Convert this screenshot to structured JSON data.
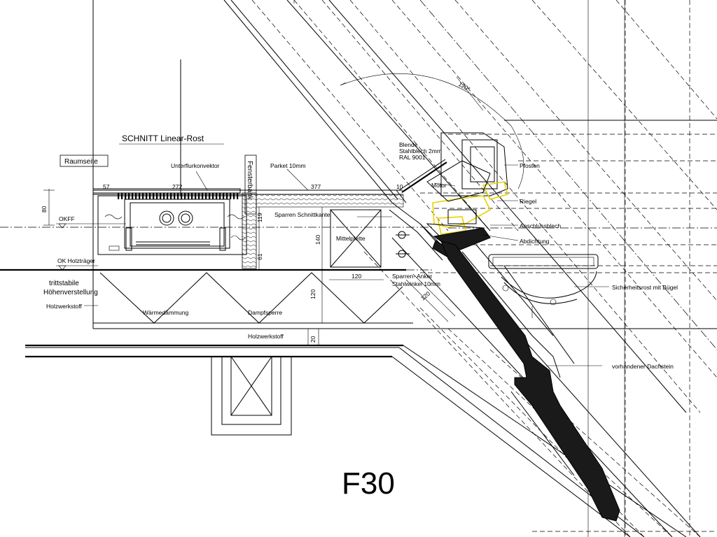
{
  "drawing": {
    "title_section": "SCHNITT Linear-Rost",
    "sheet_code": "F30",
    "room_side_box": "Raumseite",
    "window_sill_box": "Fensterbank",
    "labels": {
      "convector": "Unterflurkonvektor",
      "parquet": "Parket 10mm",
      "rafter_cut_edge": "Sparren Schnittkante",
      "middle_purlin": "Mittelpfette",
      "rafter_anchor_1": "Sparren- Anker",
      "rafter_anchor_2": "Stahlwinkel 10mm",
      "okff": "OKFF",
      "ok_holztraeger": "OK Holzträger",
      "trittstabile": "trittstabile",
      "hoehenverstellung": "Höhenverstellung",
      "holzwerkstoff_left": "Holzwerkstoff",
      "waermedaemmung": "Wärmedämmung",
      "dampfsperre": "Dampfsperre",
      "holzwerkstoff_bottom": "Holzwerkstoff",
      "blende_1": "Blende",
      "blende_2": "Stahlblech 2mm",
      "blende_3": "RAL 9001",
      "motor": "Motor",
      "pfosten": "Pfosten",
      "riegel": "Riegel",
      "anschlussblech": "Anschlussblech",
      "abdichtung": "Abdichtung",
      "sicherheitsrost": "Sicherheitsrost mit Bügel",
      "dachstein": "vorhandener Dachstein"
    },
    "dimensions": {
      "d57": "57",
      "d272": "272",
      "d377": "377",
      "d10": "10",
      "d80": "80",
      "d119": "119",
      "d140": "140",
      "d61": "61",
      "d120_h": "120",
      "d120_v": "120",
      "d120_diag": "120",
      "d20": "20",
      "angle": "120°"
    },
    "colors": {
      "line": "#000000",
      "accent_yellow": "#e8d200",
      "background": "#ffffff"
    }
  }
}
